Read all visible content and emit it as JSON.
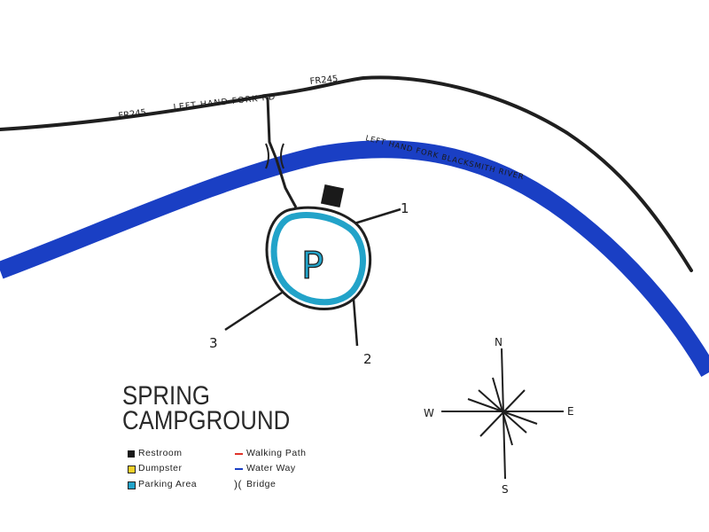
{
  "map": {
    "title_line1": "SPRING",
    "title_line2": "CAMPGROUND",
    "road_label_1": "FR245",
    "road_label_2": "LEFT HAND FORK RD",
    "road_label_3": "FR245",
    "river_label": "LEFT HAND FORK BLACKSMITH RIVER",
    "parking_label": "P",
    "site_1": "1",
    "site_2": "2",
    "site_3": "3"
  },
  "compass": {
    "n": "N",
    "s": "S",
    "e": "E",
    "w": "W"
  },
  "legend": {
    "restroom": "Restroom",
    "dumpster": "Dumpster",
    "parking": "Parking Area",
    "walking_path": "Walking Path",
    "water_way": "Water Way",
    "bridge": "Bridge"
  },
  "colors": {
    "road": "#1f1f1f",
    "river": "#1a3fc4",
    "parking_fill": "#22a3c9",
    "restroom": "#1a1a1a",
    "dumpster": "#f2d02a",
    "walking_path": "#e0342a"
  }
}
